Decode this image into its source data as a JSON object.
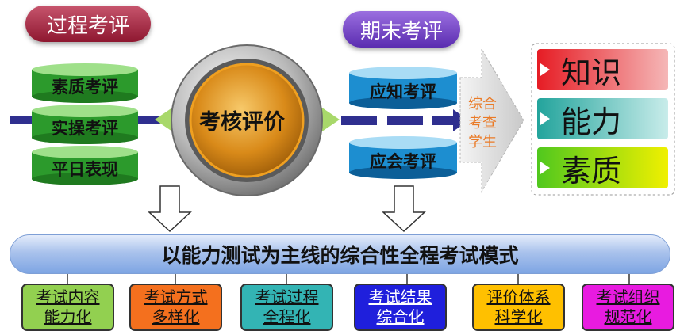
{
  "tabs": {
    "process": "过程考评",
    "final": "期末考评"
  },
  "process_items": [
    "素质考评",
    "实操考评",
    "平日表现"
  ],
  "center": "考核评价",
  "final_items": [
    "应知考评",
    "应会考评"
  ],
  "side_text": [
    "综合",
    "考查",
    "学生"
  ],
  "outcomes": [
    {
      "label": "知识",
      "color": "#ec1c24"
    },
    {
      "label": "能力",
      "color": "#2fb0a8"
    },
    {
      "label": "素质",
      "color": "#7ed321"
    }
  ],
  "banner": "以能力测试为主线的综合性全程考试模式",
  "bottom_boxes": [
    {
      "line1": "考试内容",
      "line2": "能力化",
      "bg": "#92d050",
      "fg": "#111111"
    },
    {
      "line1": "考试方式",
      "line2": "多样化",
      "bg": "#f4701e",
      "fg": "#111111"
    },
    {
      "line1": "考试过程",
      "line2": "全程化",
      "bg": "#33b4b4",
      "fg": "#111111"
    },
    {
      "line1": "考试结果",
      "line2": "综合化",
      "bg": "#1f1fdc",
      "fg": "#ffffff"
    },
    {
      "line1": "评价体系",
      "line2": "科学化",
      "bg": "#ffc000",
      "fg": "#111111"
    },
    {
      "line1": "考试组织",
      "line2": "规范化",
      "bg": "#e81be0",
      "fg": "#111111"
    }
  ]
}
